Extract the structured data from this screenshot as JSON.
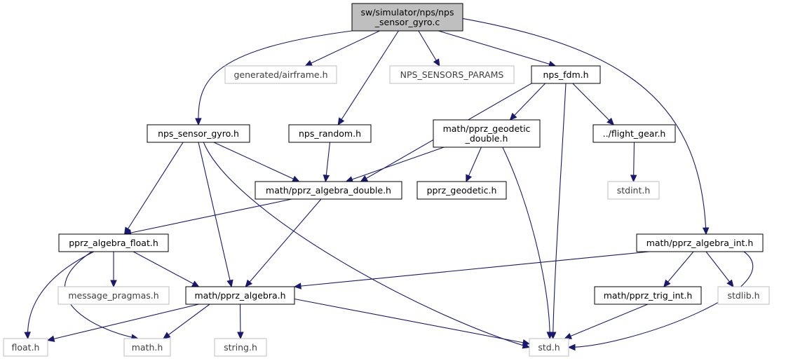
{
  "graph": {
    "nodes": [
      {
        "id": "root",
        "lines": [
          "sw/simulator/nps/nps",
          "_sensor_gyro.c"
        ],
        "kind": "root"
      },
      {
        "id": "airframe",
        "lines": [
          "generated/airframe.h"
        ],
        "kind": "missing"
      },
      {
        "id": "params",
        "lines": [
          "NPS_SENSORS_PARAMS"
        ],
        "kind": "missing"
      },
      {
        "id": "fdm",
        "lines": [
          "nps_fdm.h"
        ],
        "kind": "normal"
      },
      {
        "id": "sgyro",
        "lines": [
          "nps_sensor_gyro.h"
        ],
        "kind": "normal"
      },
      {
        "id": "random",
        "lines": [
          "nps_random.h"
        ],
        "kind": "normal"
      },
      {
        "id": "geodd",
        "lines": [
          "math/pprz_geodetic",
          "_double.h"
        ],
        "kind": "normal"
      },
      {
        "id": "fgear",
        "lines": [
          "../flight_gear.h"
        ],
        "kind": "normal"
      },
      {
        "id": "algd",
        "lines": [
          "math/pprz_algebra_double.h"
        ],
        "kind": "normal"
      },
      {
        "id": "geod",
        "lines": [
          "pprz_geodetic.h"
        ],
        "kind": "normal"
      },
      {
        "id": "stdint",
        "lines": [
          "stdint.h"
        ],
        "kind": "missing"
      },
      {
        "id": "algf",
        "lines": [
          "pprz_algebra_float.h"
        ],
        "kind": "normal"
      },
      {
        "id": "algi",
        "lines": [
          "math/pprz_algebra_int.h"
        ],
        "kind": "normal"
      },
      {
        "id": "msgp",
        "lines": [
          "message_pragmas.h"
        ],
        "kind": "missing"
      },
      {
        "id": "alg",
        "lines": [
          "math/pprz_algebra.h"
        ],
        "kind": "normal"
      },
      {
        "id": "trig",
        "lines": [
          "math/pprz_trig_int.h"
        ],
        "kind": "normal"
      },
      {
        "id": "stdlib",
        "lines": [
          "stdlib.h"
        ],
        "kind": "missing"
      },
      {
        "id": "float",
        "lines": [
          "float.h"
        ],
        "kind": "missing"
      },
      {
        "id": "math",
        "lines": [
          "math.h"
        ],
        "kind": "missing"
      },
      {
        "id": "string",
        "lines": [
          "string.h"
        ],
        "kind": "missing"
      },
      {
        "id": "std",
        "lines": [
          "std.h"
        ],
        "kind": "missing"
      }
    ],
    "edges": [
      [
        "root",
        "sgyro"
      ],
      [
        "root",
        "airframe"
      ],
      [
        "root",
        "random"
      ],
      [
        "root",
        "params"
      ],
      [
        "root",
        "fdm"
      ],
      [
        "root",
        "algi"
      ],
      [
        "fdm",
        "algd"
      ],
      [
        "fdm",
        "geodd"
      ],
      [
        "fdm",
        "fgear"
      ],
      [
        "fdm",
        "std"
      ],
      [
        "sgyro",
        "algf"
      ],
      [
        "sgyro",
        "algd"
      ],
      [
        "sgyro",
        "alg"
      ],
      [
        "sgyro",
        "std"
      ],
      [
        "random",
        "algd"
      ],
      [
        "geodd",
        "algd"
      ],
      [
        "geodd",
        "geod"
      ],
      [
        "geodd",
        "std"
      ],
      [
        "fgear",
        "stdint"
      ],
      [
        "algd",
        "algf"
      ],
      [
        "algd",
        "alg"
      ],
      [
        "algf",
        "float"
      ],
      [
        "algf",
        "math"
      ],
      [
        "algf",
        "msgp"
      ],
      [
        "algf",
        "alg"
      ],
      [
        "alg",
        "float"
      ],
      [
        "alg",
        "math"
      ],
      [
        "alg",
        "string"
      ],
      [
        "alg",
        "std"
      ],
      [
        "algi",
        "alg"
      ],
      [
        "algi",
        "trig"
      ],
      [
        "algi",
        "stdlib"
      ],
      [
        "algi",
        "std"
      ],
      [
        "trig",
        "std"
      ]
    ]
  }
}
